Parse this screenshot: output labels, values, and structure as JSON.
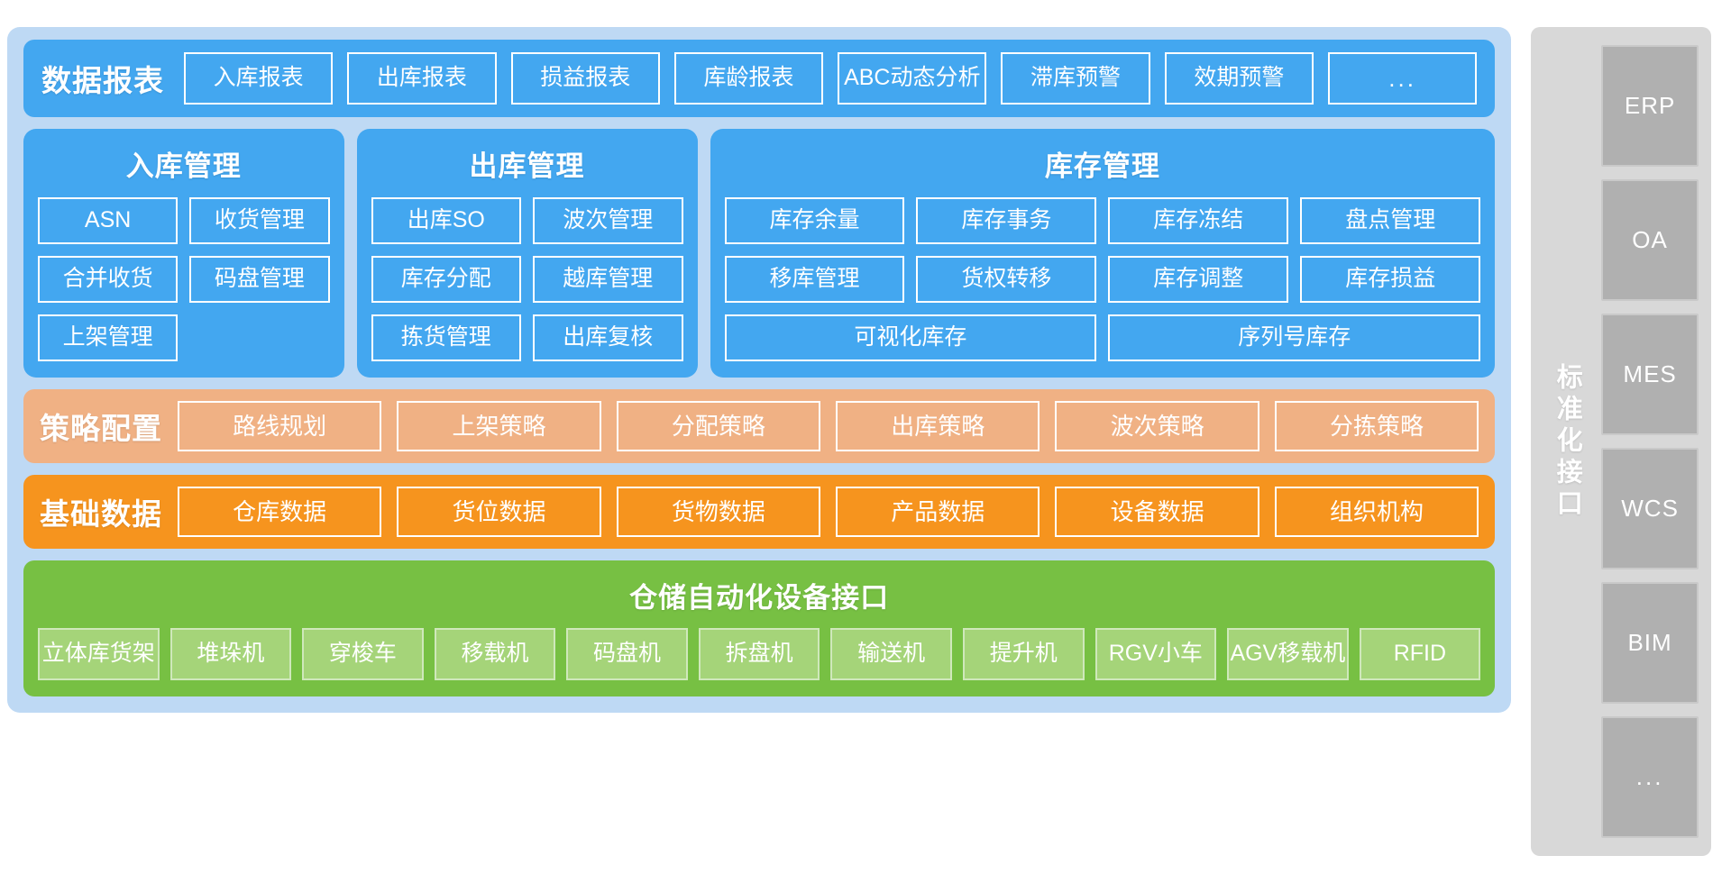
{
  "colors": {
    "panel_bg": "#bed9f4",
    "blue": "#43a7f0",
    "light_orange": "#f0b184",
    "orange": "#f6941e",
    "green": "#77c043",
    "green_chip": "#a5d479",
    "gray": "#d8d8d8",
    "gray_chip": "#b0b0b0"
  },
  "reports": {
    "title": "数据报表",
    "items": [
      "入库报表",
      "出库报表",
      "损益报表",
      "库龄报表",
      "ABC动态分析",
      "滞库预警",
      "效期预警",
      "..."
    ]
  },
  "management": {
    "inbound": {
      "title": "入库管理",
      "rows": [
        [
          "ASN",
          "收货管理"
        ],
        [
          "合并收货",
          "码盘管理"
        ],
        [
          "上架管理",
          ""
        ]
      ]
    },
    "outbound": {
      "title": "出库管理",
      "rows": [
        [
          "出库SO",
          "波次管理"
        ],
        [
          "库存分配",
          "越库管理"
        ],
        [
          "拣货管理",
          "出库复核"
        ]
      ]
    },
    "inventory": {
      "title": "库存管理",
      "rows": [
        [
          "库存余量",
          "库存事务",
          "库存冻结",
          "盘点管理"
        ],
        [
          "移库管理",
          "货权转移",
          "库存调整",
          "库存损益"
        ]
      ],
      "wide_row": [
        "可视化库存",
        "序列号库存"
      ]
    }
  },
  "strategy": {
    "title": "策略配置",
    "items": [
      "路线规划",
      "上架策略",
      "分配策略",
      "出库策略",
      "波次策略",
      "分拣策略"
    ]
  },
  "basic_data": {
    "title": "基础数据",
    "items": [
      "仓库数据",
      "货位数据",
      "货物数据",
      "产品数据",
      "设备数据",
      "组织机构"
    ]
  },
  "equipment": {
    "title": "仓储自动化设备接口",
    "items": [
      "立体库货架",
      "堆垛机",
      "穿梭车",
      "移载机",
      "码盘机",
      "拆盘机",
      "输送机",
      "提升机",
      "RGV小车",
      "AGV移载机",
      "RFID"
    ]
  },
  "sidebar": {
    "label": "标准化接口",
    "items": [
      "ERP",
      "OA",
      "MES",
      "WCS",
      "BIM",
      "..."
    ]
  }
}
